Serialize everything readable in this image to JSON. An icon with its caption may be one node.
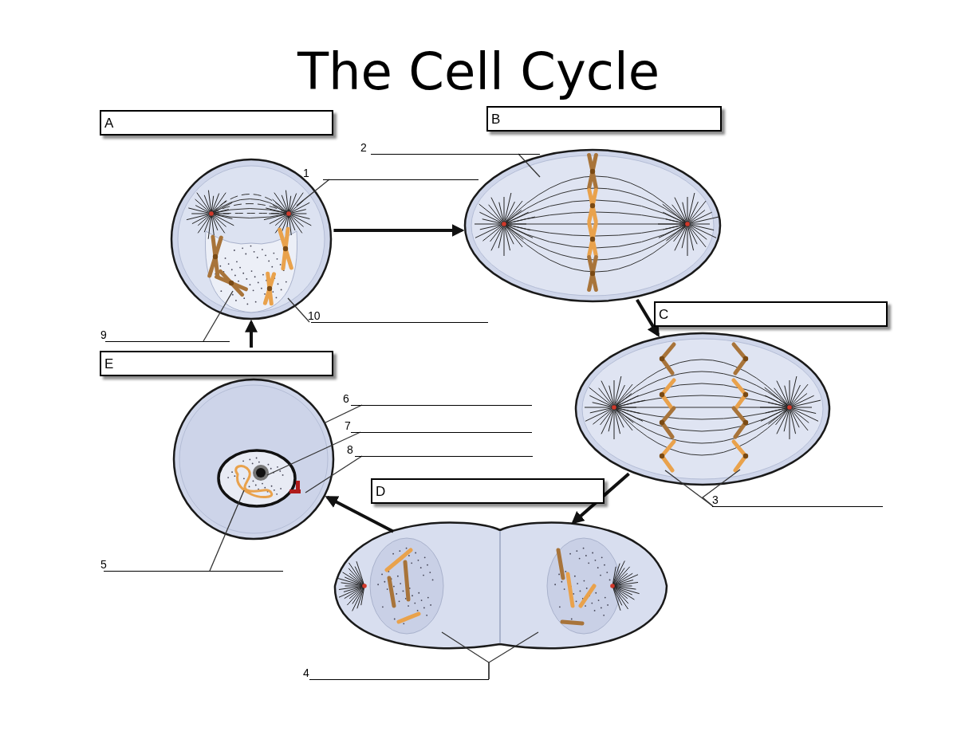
{
  "diagram": {
    "title": "The Cell Cycle",
    "nodes": [
      {
        "text": [
          "A"
        ]
      },
      {
        "text": [],
        "shape": "picture"
      },
      {
        "text": [
          "B"
        ]
      },
      {
        "text": [],
        "shape": "picture"
      },
      {
        "text": [
          "C"
        ]
      },
      {
        "text": [],
        "shape": "picture"
      },
      {
        "text": [
          "D"
        ]
      },
      {
        "text": [],
        "shape": "picture"
      },
      {
        "text": [
          "E"
        ]
      },
      {
        "text": [],
        "shape": "picture"
      },
      {
        "text": [
          "1"
        ]
      },
      {
        "text": [
          "2"
        ]
      },
      {
        "text": [
          "10"
        ]
      },
      {
        "text": [
          "9"
        ]
      },
      {
        "text": [
          "6"
        ]
      },
      {
        "text": [
          "7"
        ]
      },
      {
        "text": [
          "8"
        ]
      },
      {
        "text": [
          "5"
        ]
      },
      {
        "text": [
          "3"
        ]
      },
      {
        "text": [
          "4"
        ]
      }
    ],
    "edges": [
      {
        "from": 1,
        "to": 3,
        "arrow": "to",
        "style": "thick"
      },
      {
        "from": 3,
        "to": 5,
        "arrow": "to",
        "style": "thick"
      },
      {
        "from": 5,
        "to": 7,
        "arrow": "to",
        "style": "thick"
      },
      {
        "from": 7,
        "to": 9,
        "arrow": "to",
        "style": "thick"
      },
      {
        "from": 8,
        "to": 1,
        "arrow": "to",
        "style": "thick"
      },
      {
        "from": 10,
        "to": 1,
        "arrow": "none"
      },
      {
        "from": 11,
        "to": 3,
        "arrow": "none"
      },
      {
        "from": 12,
        "to": 1,
        "arrow": "none"
      },
      {
        "from": 13,
        "to": 1,
        "arrow": "none"
      },
      {
        "from": 14,
        "to": 9,
        "arrow": "none"
      },
      {
        "from": 15,
        "to": 9,
        "arrow": "none"
      },
      {
        "from": 16,
        "to": 9,
        "arrow": "none"
      },
      {
        "from": 17,
        "to": 9,
        "arrow": "none"
      },
      {
        "from": 18,
        "to": 5,
        "arrow": "none"
      },
      {
        "from": 18,
        "to": 5,
        "arrow": "none"
      },
      {
        "from": 19,
        "to": 7,
        "arrow": "none"
      },
      {
        "from": 19,
        "to": 7,
        "arrow": "none"
      }
    ]
  }
}
